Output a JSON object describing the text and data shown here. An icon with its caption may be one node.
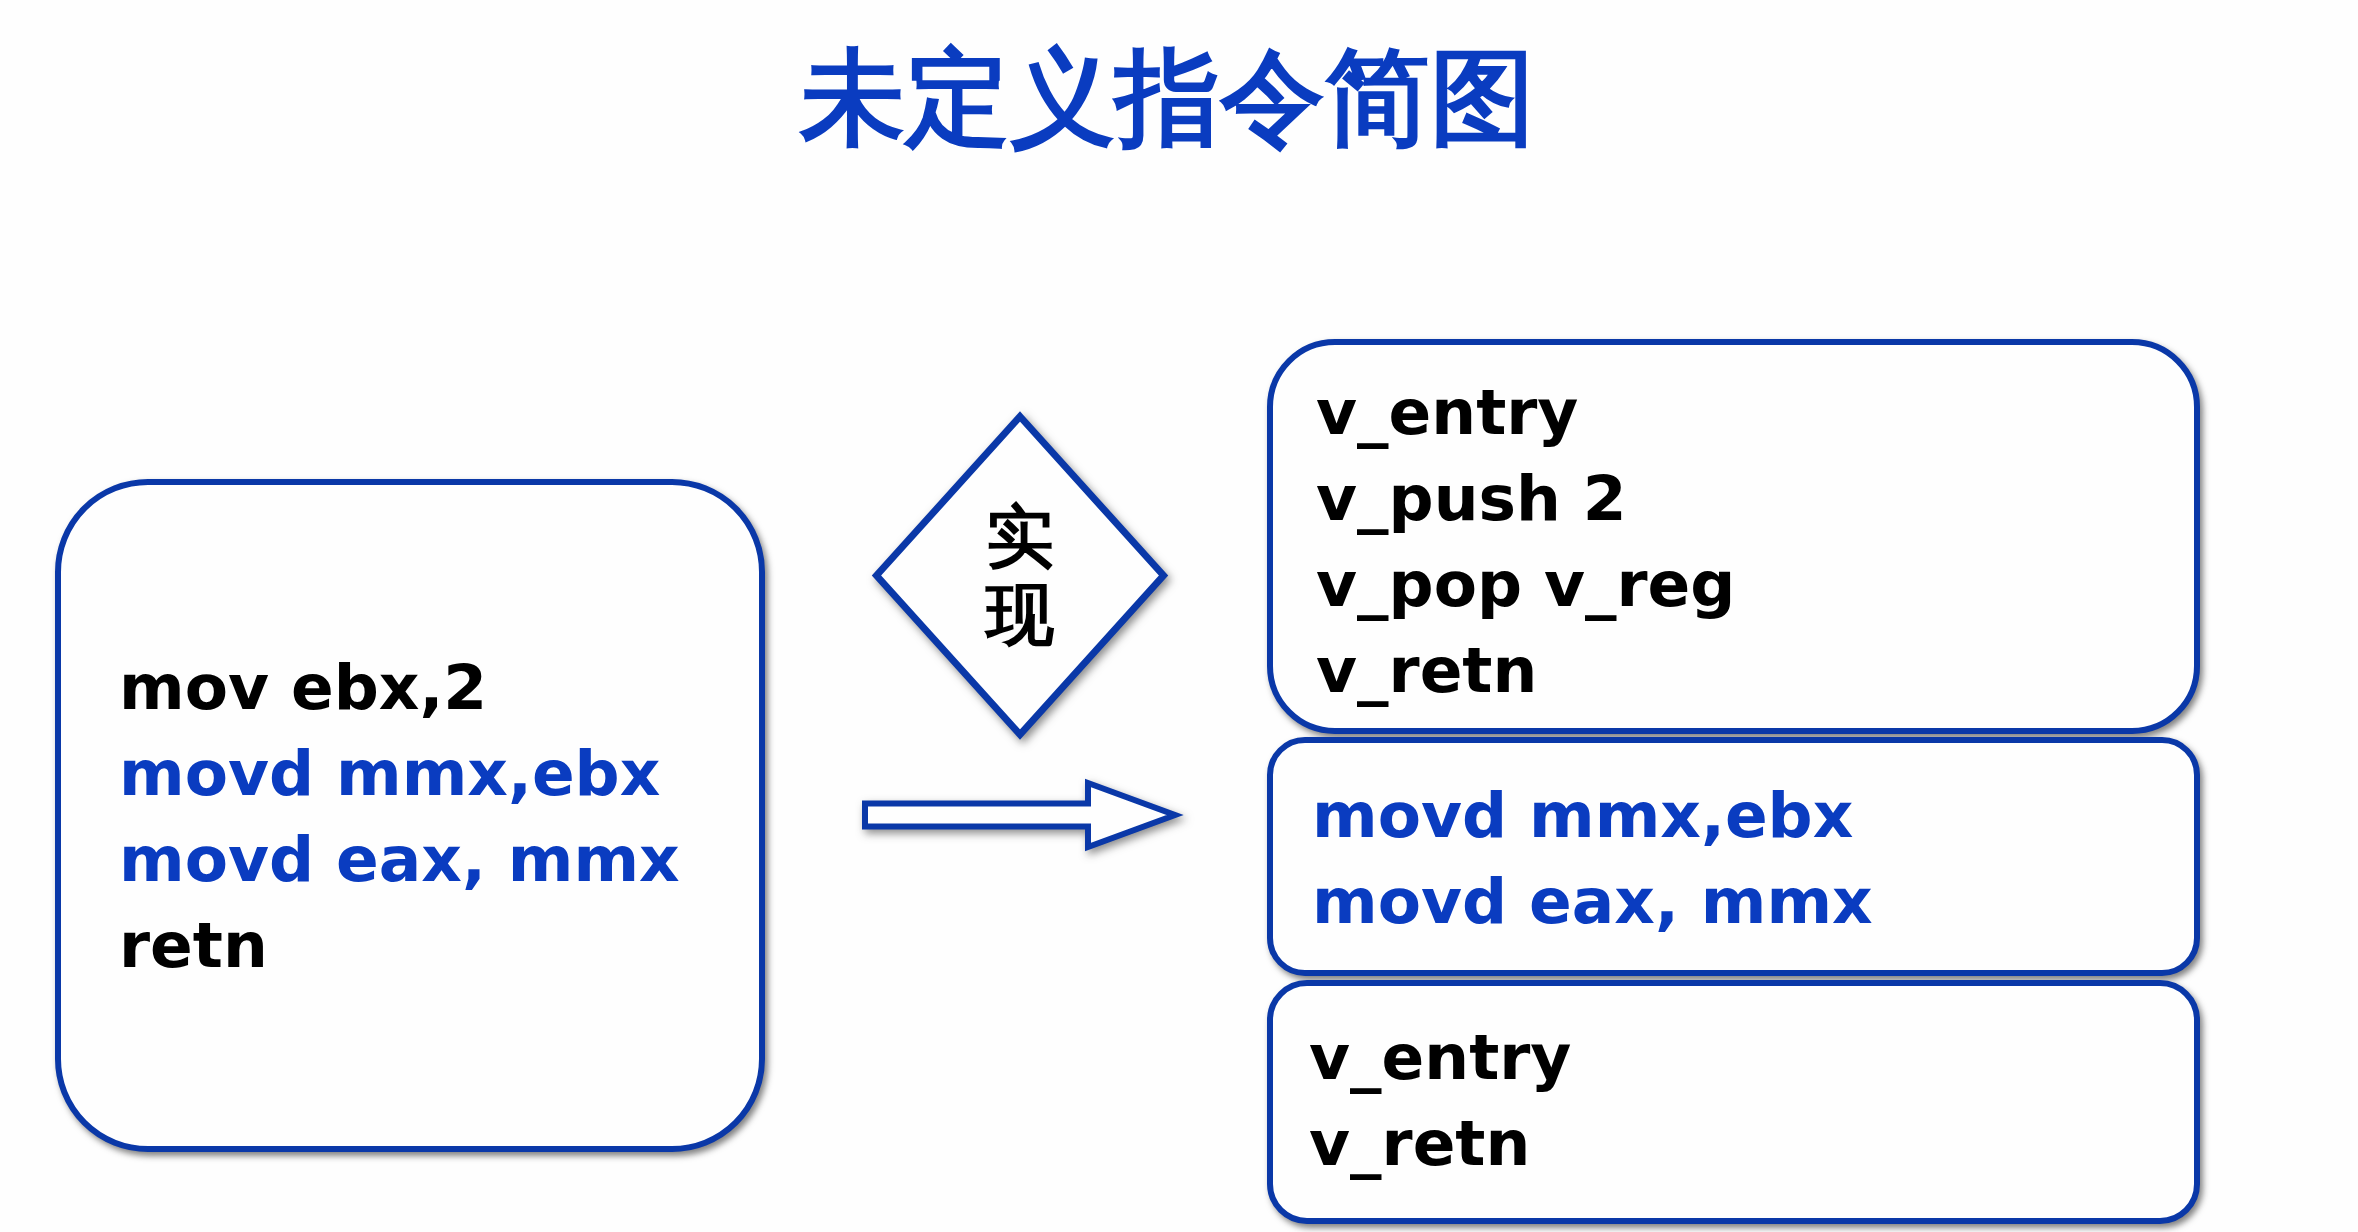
{
  "diagram": {
    "title": "未定义指令简图",
    "nodes": [
      {
        "text": [
          "mov ebx,2",
          "movd mmx,ebx",
          "movd eax, mmx",
          "retn"
        ]
      },
      {
        "text": [
          "实现"
        ]
      },
      {
        "text": [
          "v_entry",
          "v_push 2",
          "v_pop v_reg",
          "v_retn"
        ]
      },
      {
        "text": [
          "movd mmx,ebx",
          "movd eax, mmx"
        ]
      },
      {
        "text": [
          "v_entry",
          "v_retn"
        ]
      }
    ],
    "edges": [
      {
        "from": 0,
        "to": 3,
        "arrow": "to"
      }
    ]
  }
}
